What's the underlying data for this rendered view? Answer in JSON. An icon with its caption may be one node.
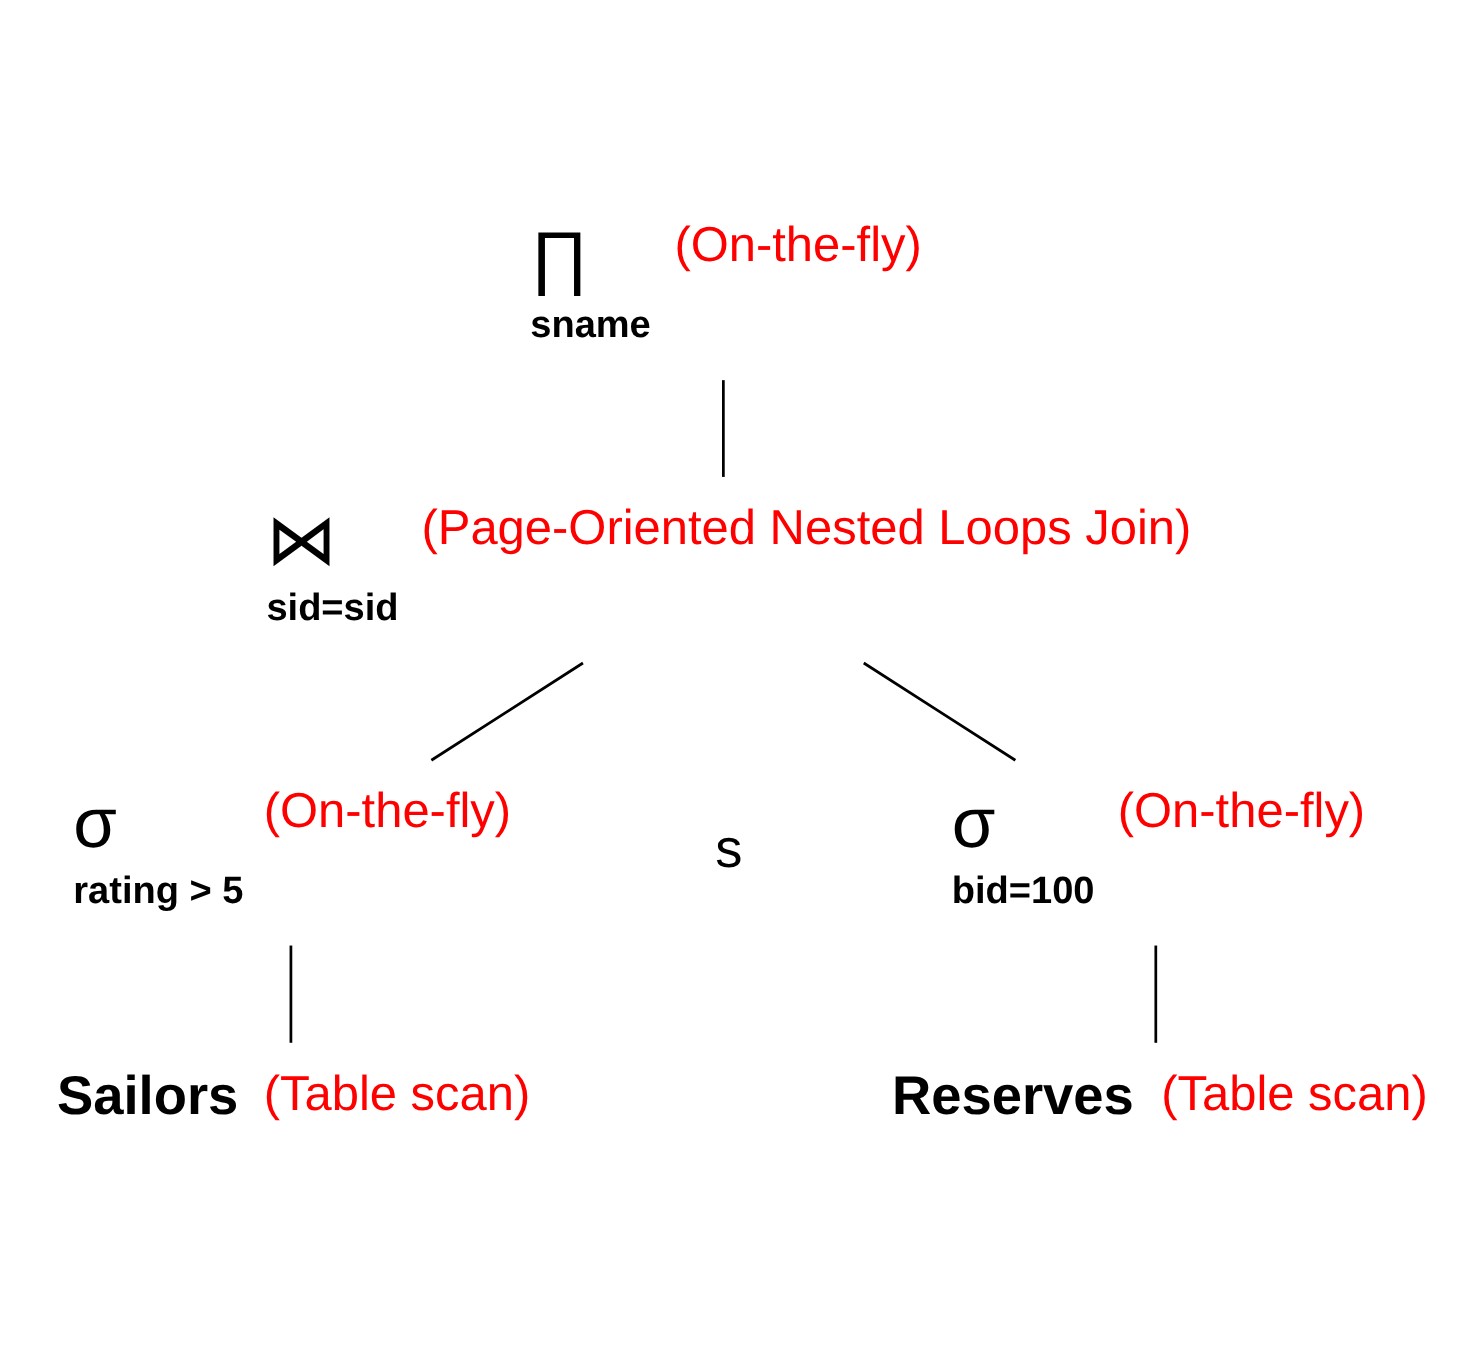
{
  "diagram": {
    "nodes": [
      {
        "text": [
          "∏",
          "sname"
        ],
        "beside": [
          "(On-the-fly)"
        ]
      },
      {
        "text": [
          "⋈",
          "sid=sid"
        ],
        "beside": [
          "(Page-Oriented Nested Loops Join)"
        ]
      },
      {
        "text": [
          "σ",
          "rating > 5"
        ],
        "beside": [
          "(On-the-fly)"
        ]
      },
      {
        "text": [
          "σ",
          "bid=100"
        ],
        "beside": [
          "(On-the-fly)"
        ]
      },
      {
        "text": [
          "Sailors"
        ],
        "beside": [
          "(Table scan)"
        ]
      },
      {
        "text": [
          "Reserves"
        ],
        "beside": [
          "(Table scan)"
        ]
      }
    ],
    "edges": [
      {
        "from": 0,
        "to": 1,
        "arrow": "none"
      },
      {
        "from": 1,
        "to": 2,
        "arrow": "none"
      },
      {
        "from": 1,
        "to": 3,
        "arrow": "none"
      },
      {
        "from": 2,
        "to": 4,
        "arrow": "none"
      },
      {
        "from": 3,
        "to": 5,
        "arrow": "none"
      }
    ],
    "labels": [
      "s"
    ]
  }
}
